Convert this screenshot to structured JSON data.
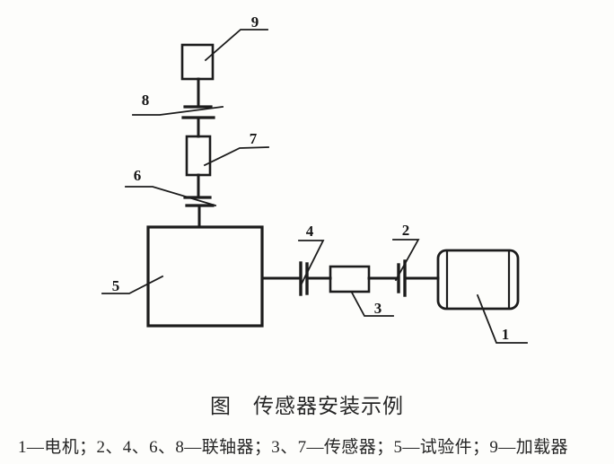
{
  "figure": {
    "caption": "图　传感器安装示例",
    "legend_text": "1—电机；2、4、6、8—联轴器；3、7—传感器；5—试验件；9—加载器",
    "legend_entries": [
      {
        "keys": "1",
        "label": "电机"
      },
      {
        "keys": "2、4、6、8",
        "label": "联轴器"
      },
      {
        "keys": "3、7",
        "label": "传感器"
      },
      {
        "keys": "5",
        "label": "试验件"
      },
      {
        "keys": "9",
        "label": "加载器"
      }
    ],
    "part_labels": {
      "1": "1",
      "2": "2",
      "3": "3",
      "4": "4",
      "5": "5",
      "6": "6",
      "7": "7",
      "8": "8",
      "9": "9"
    },
    "colors": {
      "ink": "#1c1c1c",
      "paper": "#fdfdfb"
    }
  }
}
